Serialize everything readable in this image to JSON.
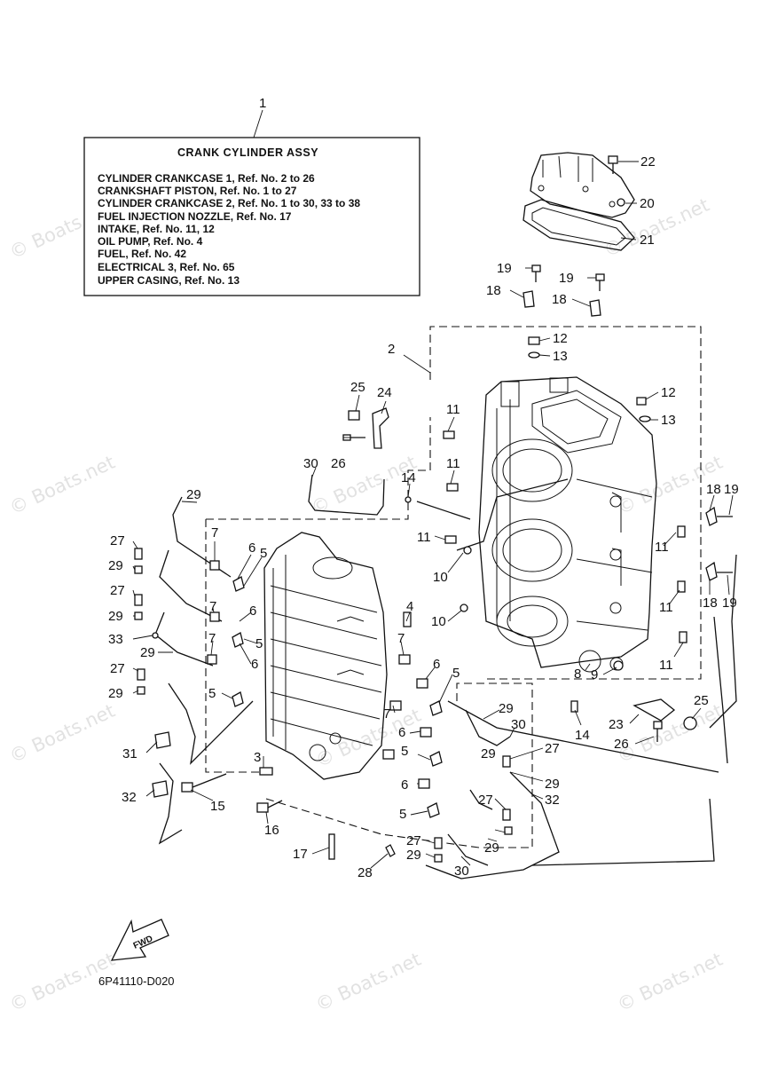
{
  "watermark": "© Boats.net",
  "assembly_box": {
    "ref": "1",
    "title": "CRANK  CYLINDER ASSY",
    "lines": [
      "CYLINDER CRANKCASE 1,  Ref. No. 2 to 26",
      "CRANKSHAFT PISTON,  Ref. No. 1 to 27",
      "CYLINDER CRANKCASE 2,  Ref. No. 1 to 30, 33 to 38",
      "FUEL INJECTION NOZZLE,  Ref. No. 17",
      "INTAKE,  Ref. No. 11, 12",
      "OIL PUMP,  Ref. No. 4",
      "FUEL,  Ref. No. 42",
      "ELECTRICAL 3,  Ref. No. 65",
      "UPPER CASING,  Ref. No. 13"
    ]
  },
  "callouts": [
    "22",
    "20",
    "21",
    "19",
    "19",
    "18",
    "18",
    "12",
    "13",
    "12",
    "13",
    "2",
    "25",
    "24",
    "26",
    "11",
    "11",
    "11",
    "14",
    "10",
    "10",
    "30",
    "29",
    "27",
    "29",
    "27",
    "29",
    "33",
    "29",
    "27",
    "29",
    "7",
    "6",
    "5",
    "6",
    "7",
    "5",
    "6",
    "7",
    "5",
    "4",
    "7",
    "6",
    "5",
    "7",
    "29",
    "30",
    "6",
    "14",
    "27",
    "29",
    "8",
    "9",
    "23",
    "25",
    "26",
    "18",
    "19",
    "18",
    "19",
    "11",
    "11",
    "11",
    "5",
    "6",
    "31",
    "3",
    "32",
    "15",
    "16",
    "17",
    "29",
    "27",
    "32",
    "5",
    "27",
    "29",
    "28",
    "30",
    "29"
  ],
  "drawing_code": "6P41110-D020",
  "fwd_label": "FWD"
}
